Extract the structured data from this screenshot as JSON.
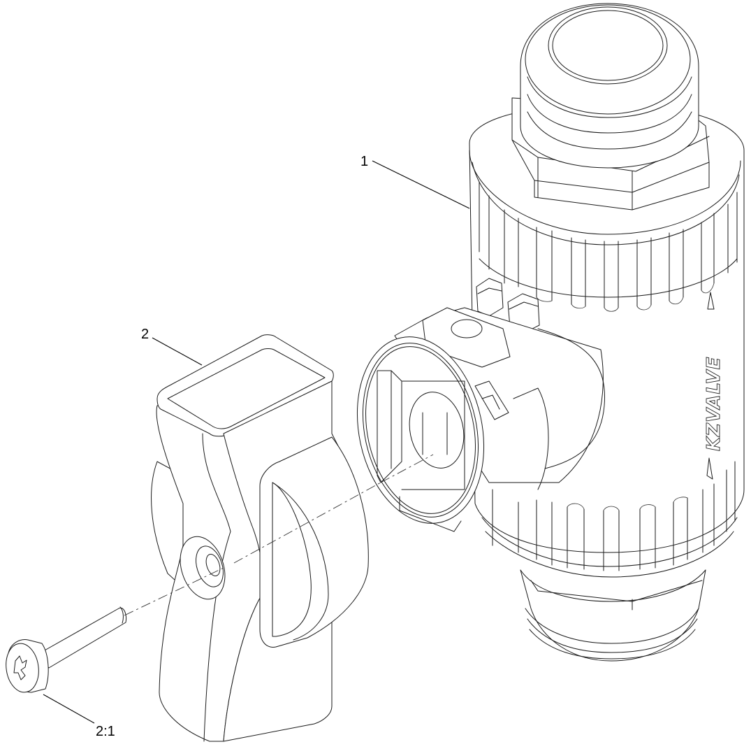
{
  "diagram": {
    "type": "exploded-parts-view",
    "background": "#ffffff",
    "line_color": "#1a1a1a",
    "callouts": [
      {
        "id": "1",
        "label": "1",
        "part": "valve-body"
      },
      {
        "id": "2",
        "label": "2",
        "part": "handle"
      },
      {
        "id": "2:1",
        "label": "2:1",
        "part": "handle-screw"
      }
    ],
    "body_logo": "KZVALVE",
    "parts": [
      {
        "name": "valve-body",
        "features": [
          "top threaded port",
          "hex nut top",
          "knurled top collar",
          "side stem port with square drive",
          "knurled bottom collar",
          "hex nut bottom",
          "bottom threaded port",
          "flow arrows"
        ]
      },
      {
        "name": "handle",
        "features": [
          "rounded top grip",
          "countersunk screw hole",
          "bow-tie profile"
        ]
      },
      {
        "name": "handle-screw",
        "features": [
          "pan head",
          "phillips drive",
          "shank"
        ]
      }
    ]
  }
}
